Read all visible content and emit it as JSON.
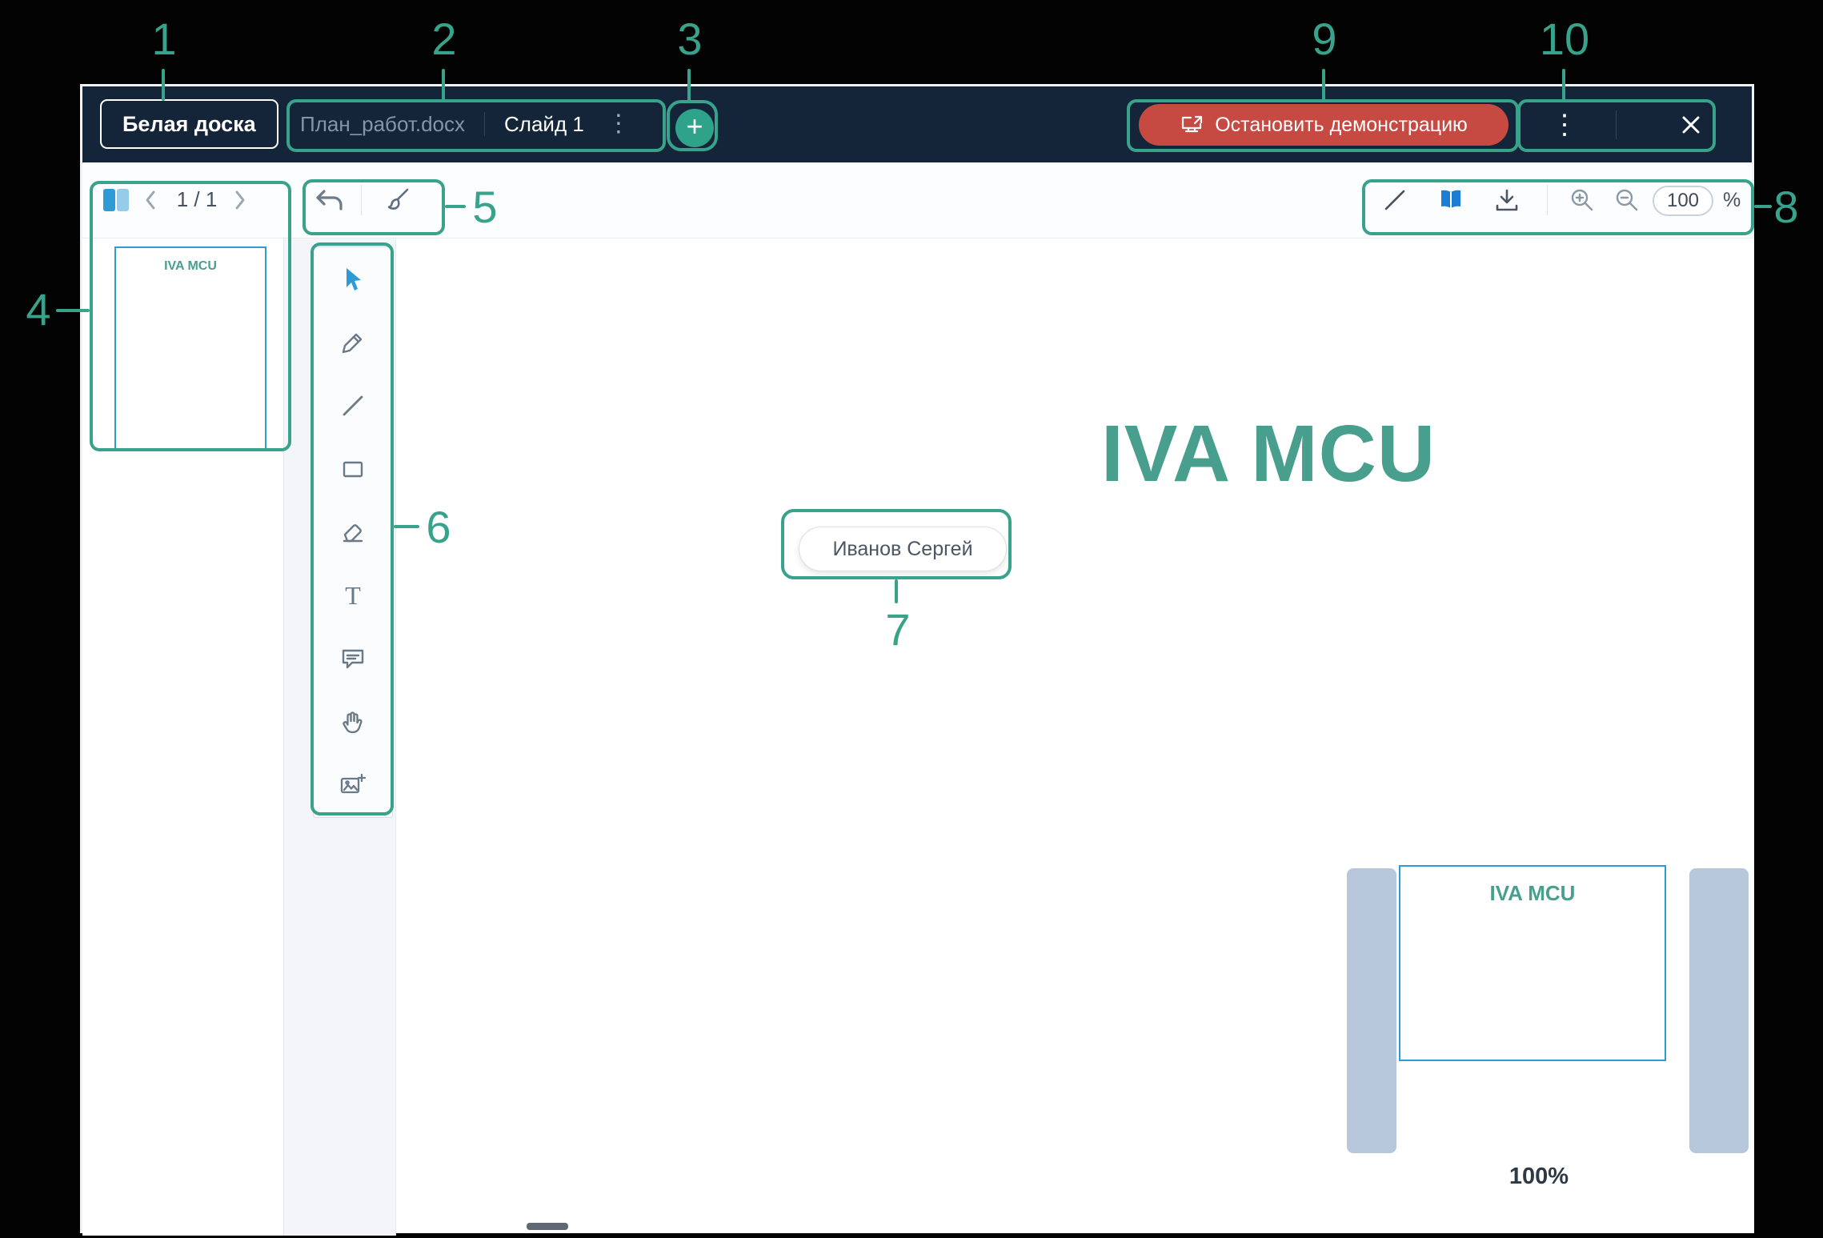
{
  "colors": {
    "annotation_teal": "#38a28b",
    "topbar_bg": "#152539",
    "accent_blue": "#2e9bd6",
    "brand_teal": "#499f8e",
    "stop_red": "#c64a42",
    "rail_blue": "#b8c8dc"
  },
  "annotations": {
    "labels": [
      "1",
      "2",
      "3",
      "4",
      "5",
      "6",
      "7",
      "8",
      "9",
      "10"
    ]
  },
  "topbar": {
    "board_tab": "Белая доска",
    "doc_tab": "План_работ.docx",
    "slide_tab": "Слайд 1",
    "stop_button": "Остановить демонстрацию"
  },
  "toolbar": {
    "page_indicator": "1 / 1",
    "zoom_value": "100",
    "percent": "%"
  },
  "sidebar": {
    "thumbnail_label": "IVA MCU"
  },
  "canvas": {
    "title": "IVA MCU",
    "presenter_badge": "Иванов Сергей"
  },
  "preview": {
    "slide_label": "IVA MCU",
    "zoom_label": "100%"
  },
  "icons": {
    "kebab": "⋮",
    "plus": "+",
    "text_tool": "T"
  }
}
